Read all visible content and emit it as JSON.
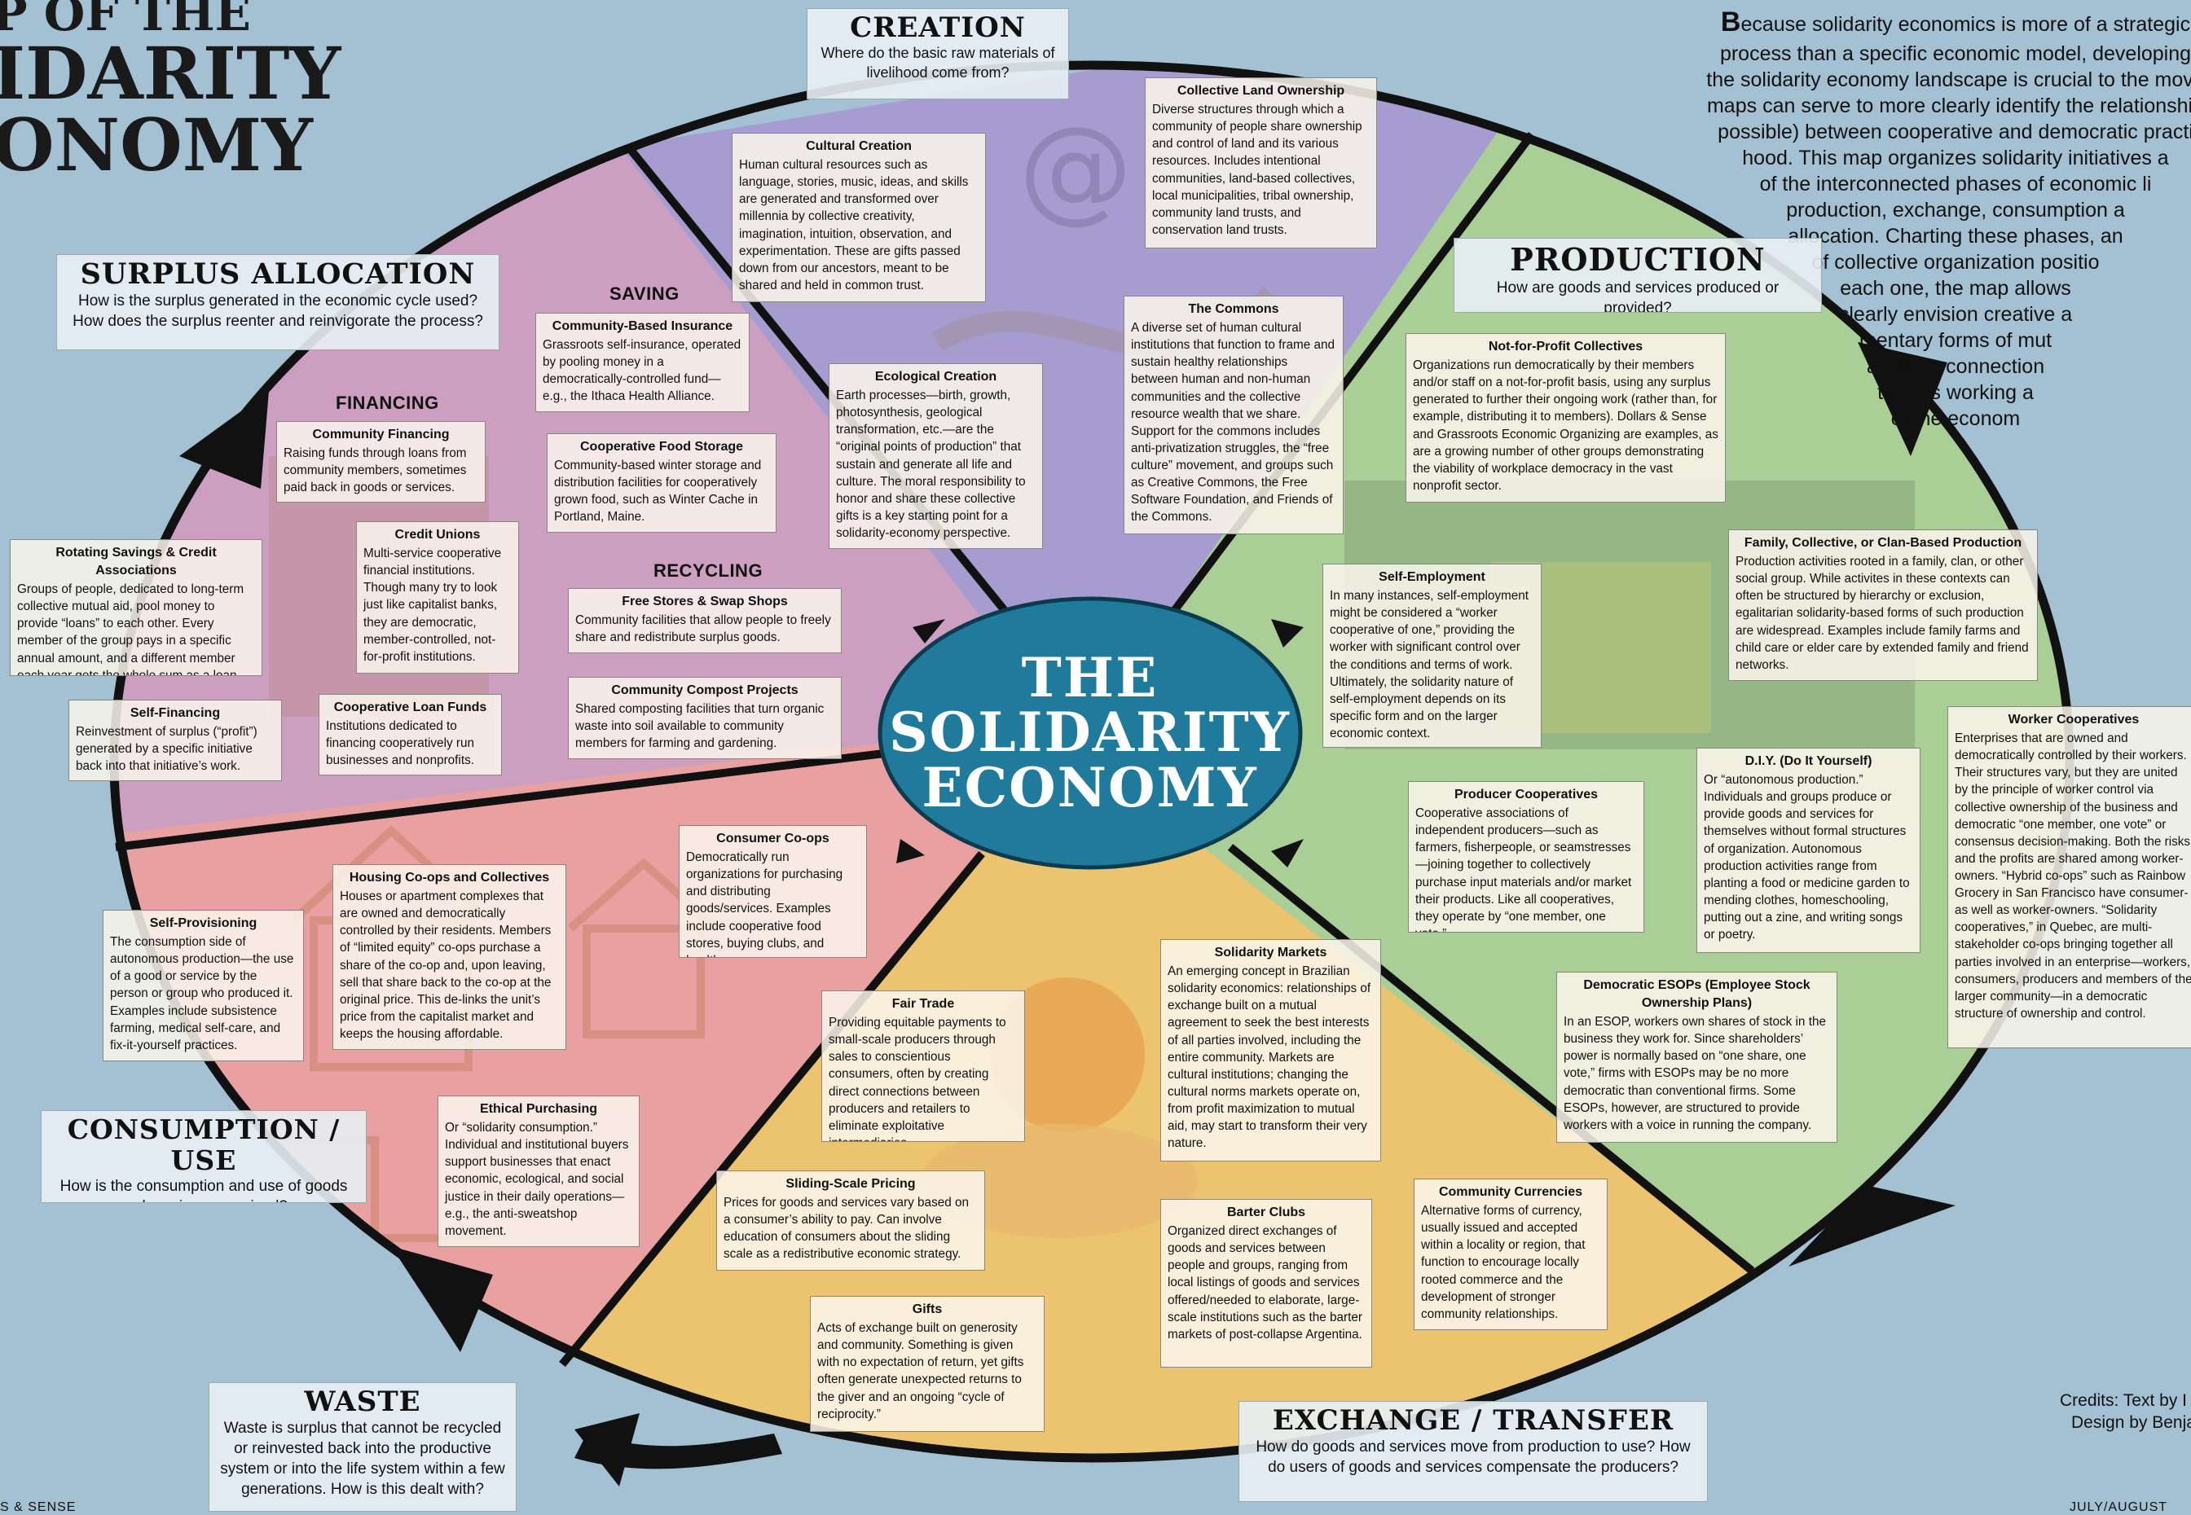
{
  "title_lines": [
    "P OF THE",
    "IDARITY",
    "ONOMY"
  ],
  "intro": {
    "dropcap": "B",
    "lines": [
      "ecause solidarity economics is more of a strategic",
      "process than a specific economic model, developing",
      "the solidarity economy landscape is crucial to the move",
      "maps can serve to more clearly identify the relationship",
      "possible) between cooperative and democratic practi",
      "hood. This map organizes solidarity initiatives a",
      "of the interconnected phases of economic li",
      "production, exchange, consumption a",
      "allocation. Charting these phases, an",
      "of collective organization positio",
      "each one, the map allows",
      "clearly envision creative a",
      "mentary forms of mut",
      "and interconnection",
      "tiatives working a",
      "of the econom"
    ]
  },
  "center": {
    "line1": "THE",
    "line2": "SOLIDARITY",
    "line3": "ECONOMY"
  },
  "colors": {
    "background": "#a3c1d3",
    "creation": "#a79ccf",
    "production": "#a9cf96",
    "exchange": "#ecc46f",
    "consumption": "#e9a0a0",
    "surplus": "#cc9fc0",
    "center": "#1f7a9c"
  },
  "headers": {
    "creation": {
      "title": "CREATION",
      "question": "Where do the basic raw materials of livelihood come from?"
    },
    "production": {
      "title": "PRODUCTION",
      "question": "How are goods and services produced or provided?"
    },
    "exchange": {
      "title": "EXCHANGE / TRANSFER",
      "question": "How do goods and services move from production to use? How do users of goods and services compensate the producers?"
    },
    "consumption": {
      "title": "CONSUMPTION / USE",
      "question": "How is the consumption and use of goods and services organized?"
    },
    "waste": {
      "title": "WASTE",
      "question": "Waste is surplus that cannot be recycled or reinvested back into the productive system or into the life system within a few generations. How is this dealt with?"
    },
    "surplus": {
      "title": "SURPLUS ALLOCATION",
      "question": "How is the surplus generated in the economic cycle used? How does the surplus reenter and reinvigorate the process?"
    }
  },
  "sections": {
    "saving": "SAVING",
    "financing": "FINANCING",
    "recycling": "RECYCLING"
  },
  "cards": {
    "cultural_creation": {
      "title": "Cultural Creation",
      "body": "Human cultural resources such as language, stories, music, ideas, and skills are generated and transformed over millennia by collective creativity, imagination, intuition, observation, and experimentation. These are gifts passed down from our ancestors, meant to be shared and held in common trust."
    },
    "collective_land": {
      "title": "Collective Land Ownership",
      "body": "Diverse structures through which a community of people share ownership and control of land and its various resources. Includes intentional communities, land-based collectives, local municipalities, tribal ownership, community land trusts, and conservation land trusts."
    },
    "ecological_creation": {
      "title": "Ecological Creation",
      "body": "Earth processes—birth, growth, photosynthesis, geological transformation, etc.—are the “original points of production” that sustain and generate all life and culture. The moral responsibility to honor and share these collective gifts is a key starting point for a solidarity-economy perspective."
    },
    "commons": {
      "title": "The Commons",
      "body": "A diverse set of human cultural institutions that function to frame and sustain healthy relationships between human and non-human communities and the collective resource wealth that we share. Support for the commons includes anti-privatization struggles, the “free culture” movement, and groups such as Creative Commons, the Free Software Foundation, and Friends of the Commons."
    },
    "not_for_profit": {
      "title": "Not-for-Profit Collectives",
      "body": "Organizations run democratically by their members and/or staff on a not-for-profit basis, using any surplus generated to further their ongoing work (rather than, for example, distributing it to members). Dollars & Sense and Grassroots Economic Organizing are examples, as are a growing number of other groups demonstrating the viability of workplace democracy in the vast nonprofit sector."
    },
    "family_production": {
      "title": "Family, Collective, or Clan-Based Production",
      "body": "Production activities rooted in a family, clan, or other social group. While activites in these contexts can often be structured by hierarchy or exclusion, egalitarian solidarity-based forms of such production are widespread. Examples include family farms and child care or elder care by extended family and friend networks."
    },
    "self_employment": {
      "title": "Self-Employment",
      "body": "In many instances, self-employment might be considered a “worker cooperative of one,” providing the worker with significant control over the conditions and terms of work. Ultimately, the solidarity nature of self-employment depends on its specific form and on the larger economic context."
    },
    "worker_coops": {
      "title": "Worker Cooperatives",
      "body": "Enterprises that are owned and democratically controlled by their workers. Their structures vary, but they are united by the principle of worker control via collective ownership of the business and democratic “one member, one vote” or consensus decision-making. Both the risks and the profits are shared among worker-owners. “Hybrid co-ops” such as Rainbow Grocery in San Francisco have consumer- as well as worker-owners. “Solidarity cooperatives,” in Quebec, are multi-stakeholder co-ops bringing together all parties involved in an enterprise—workers, consumers, producers and members of the larger community—in a democratic structure of ownership and control."
    },
    "producer_coops": {
      "title": "Producer Cooperatives",
      "body": "Cooperative associations of independent producers—such as farmers, fisherpeople, or seamstresses—joining together to collectively purchase input materials and/or market their products. Like all cooperatives, they operate by “one member, one vote.”"
    },
    "diy": {
      "title": "D.I.Y. (Do It Yourself)",
      "body": "Or “autonomous production.” Individuals and groups produce or provide goods and services for themselves without formal structures of organization. Autonomous production activities range from planting a food or medicine garden to mending clothes, homeschooling, putting out a zine, and writing songs or poetry."
    },
    "esops": {
      "title": "Democratic ESOPs (Employee Stock Ownership Plans)",
      "body": "In an ESOP, workers own shares of stock in the business they work for. Since shareholders’ power is normally based on “one share, one vote,” firms with ESOPs may be no more democratic than conventional firms. Some ESOPs, however, are structured to provide workers with a voice in running the company."
    },
    "solidarity_markets": {
      "title": "Solidarity Markets",
      "body": "An emerging concept in Brazilian solidarity economics: relationships of exchange built on a mutual agreement to seek the best interests of all parties involved, including the entire community. Markets are cultural institutions; changing the cultural norms markets operate on, from profit maximization to mutual aid, may start to transform their very nature."
    },
    "fair_trade": {
      "title": "Fair Trade",
      "body": "Providing equitable payments to small-scale producers through sales to conscientious consumers, often by creating direct connections between producers and retailers to eliminate exploitative intermediaries."
    },
    "sliding_scale": {
      "title": "Sliding-Scale Pricing",
      "body": "Prices for goods and services vary based on a consumer’s ability to pay. Can involve education of consumers about the sliding scale as a redistributive economic strategy."
    },
    "gifts": {
      "title": "Gifts",
      "body": "Acts of exchange built on generosity and community. Something is given with no expectation of return, yet gifts often generate unexpected returns to the giver and an ongoing “cycle of reciprocity.”"
    },
    "barter": {
      "title": "Barter Clubs",
      "body": "Organized direct exchanges of goods and services between people and groups, ranging from local listings of goods and services offered/needed to elaborate, large-scale institutions such as the barter markets of post-collapse Argentina."
    },
    "currencies": {
      "title": "Community Currencies",
      "body": "Alternative forms of currency, usually issued and accepted within a locality or region, that function to encourage locally rooted commerce and the development of stronger community relationships."
    },
    "consumer_coops": {
      "title": "Consumer Co-ops",
      "body": "Democratically run organizations for purchasing and distributing goods/services. Examples include cooperative food stores, buying clubs, and health care co-ops."
    },
    "housing_coops": {
      "title": "Housing Co-ops and Collectives",
      "body": "Houses or apartment complexes that are owned and democratically controlled by their residents. Members of “limited equity” co-ops purchase a share of the co-op and, upon leaving, sell that share back to the co-op at the original price. This de-links the unit’s price from the capitalist market and keeps the housing affordable."
    },
    "self_provisioning": {
      "title": "Self-Provisioning",
      "body": "The consumption side of autonomous production—the use of a good or service by the person or group who produced it. Examples include subsistence farming, medical self-care, and fix-it-yourself practices."
    },
    "ethical_purchasing": {
      "title": "Ethical Purchasing",
      "body": "Or “solidarity consumption.” Individual and institutional buyers support businesses that enact economic, ecological, and social justice in their daily operations—e.g., the anti-sweatshop movement."
    },
    "community_insurance": {
      "title": "Community-Based Insurance",
      "body": "Grassroots self-insurance, operated by pooling money in a democratically-controlled fund—e.g., the Ithaca Health Alliance."
    },
    "food_storage": {
      "title": "Cooperative Food Storage",
      "body": "Community-based winter storage and distribution facilities for cooperatively grown food, such as Winter Cache in Portland, Maine."
    },
    "community_financing": {
      "title": "Community Financing",
      "body": "Raising funds through loans from community members, sometimes paid back in goods or services."
    },
    "credit_unions": {
      "title": "Credit Unions",
      "body": "Multi-service cooperative financial institutions. Though many try to look just like capitalist banks, they are democratic, member-controlled, not-for-profit institutions."
    },
    "rosca": {
      "title": "Rotating Savings & Credit Associations",
      "body": "Groups of people, dedicated to long-term collective mutual aid, pool money to provide “loans” to each other. Every member of the group pays in a specific annual amount, and a different member each year gets the whole sum as a loan."
    },
    "self_financing": {
      "title": "Self-Financing",
      "body": "Reinvestment of surplus (“profit”) generated by a specific initiative back into that initiative’s work."
    },
    "loan_funds": {
      "title": "Cooperative Loan Funds",
      "body": "Institutions dedicated to financing cooperatively run businesses and nonprofits."
    },
    "free_stores": {
      "title": "Free Stores & Swap Shops",
      "body": "Community facilities that allow people to freely share and redistribute surplus goods."
    },
    "compost": {
      "title": "Community Compost Projects",
      "body": "Shared composting facilities that turn organic waste into soil available to community members for farming and gardening."
    }
  },
  "credits": {
    "line1": "Credits:  Text by I",
    "line2": "Design by Benja"
  },
  "footer_left": "S & SENSE",
  "footer_right": "JULY/AUGUST"
}
